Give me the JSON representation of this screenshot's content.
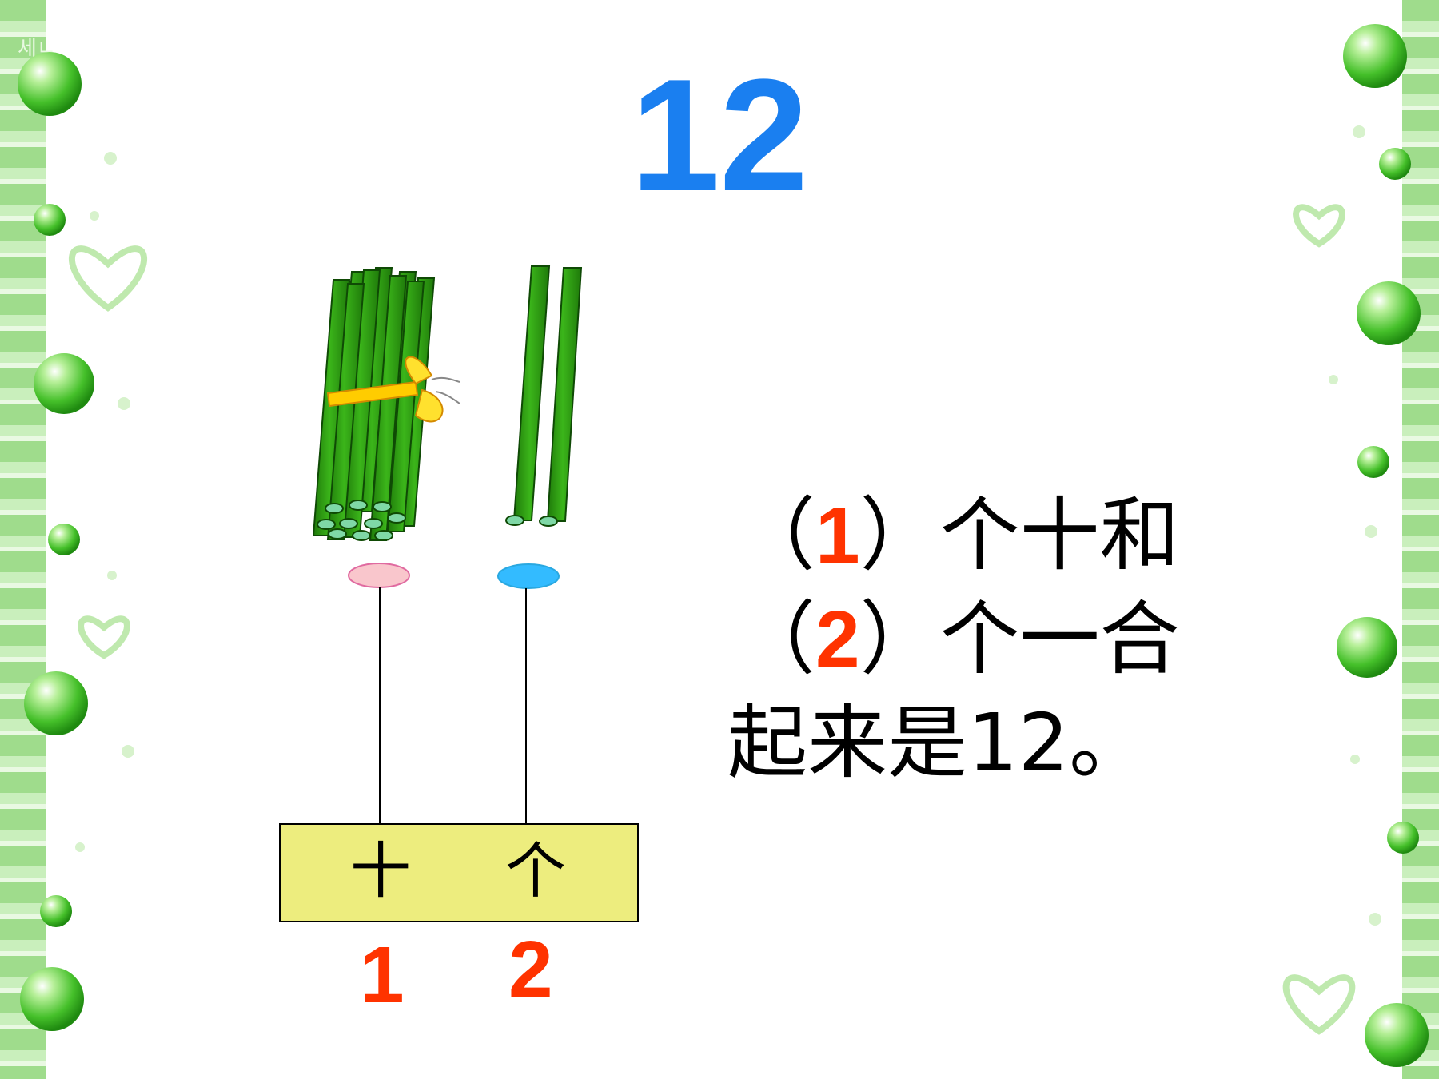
{
  "slide": {
    "number": "12",
    "sentence": {
      "open_paren": "（",
      "close_paren": "）",
      "tens_answer": "1",
      "tens_text": "个十和",
      "ones_answer": "2",
      "ones_text": "个一合",
      "line3": "起来是12。"
    },
    "abacus": {
      "tens_label": "十",
      "ones_label": "个",
      "tens_digit": "1",
      "ones_digit": "2",
      "tens_bead_color": "#f9c6cc",
      "ones_bead_color": "#33bbff"
    },
    "corner_mark": "세ㄴ"
  },
  "colors": {
    "number_blue": "#1a7ff0",
    "answer_red": "#ff3300",
    "stick_green": "#2e9a12",
    "ribbon_yellow": "#ffcc00",
    "box_fill": "#eded7e"
  }
}
